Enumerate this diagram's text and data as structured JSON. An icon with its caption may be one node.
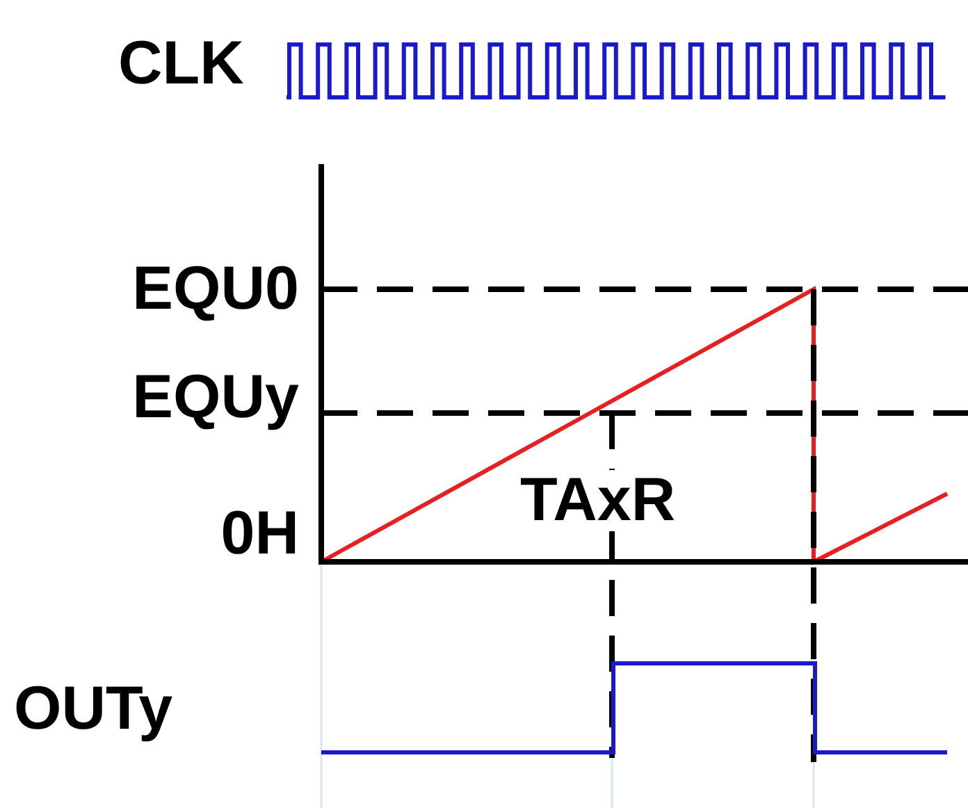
{
  "diagram": {
    "labels": [
      "CLK",
      "EQU0",
      "EQUy",
      "TAxR",
      "0H",
      "OUTy"
    ]
  }
}
